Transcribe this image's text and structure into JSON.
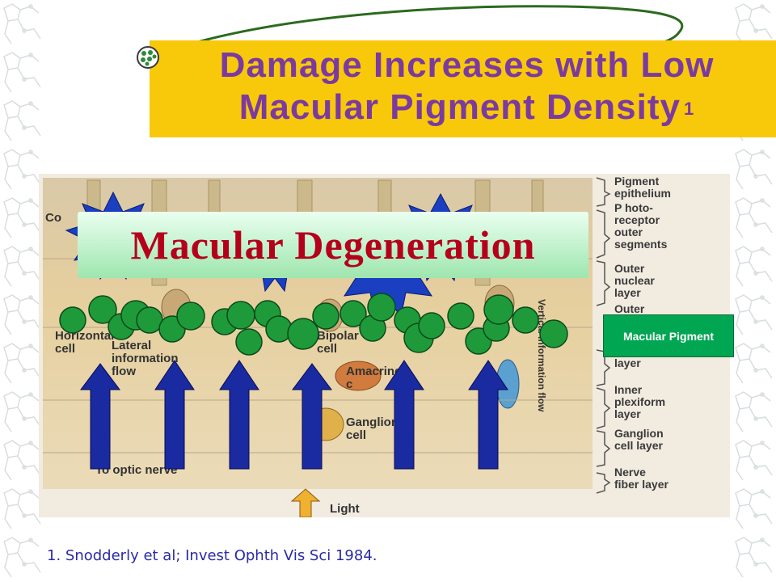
{
  "slide": {
    "title_line1": "Damage Increases with Low",
    "title_line2": "Macular Pigment Density",
    "title_superscript": "1",
    "footnote": "1. Snodderly et al; Invest Ophth Vis Sci 1984."
  },
  "figure": {
    "banner_text": "Macular Degeneration",
    "macular_pigment_label": "Macular Pigment",
    "layer_labels": [
      "Pigment\nepithelium",
      "P hoto-\nreceptor\nouter\nsegments",
      "Outer\nnuclear\nlayer",
      "Outer",
      "nuclear\nlayer",
      "Inner\nplexiform\nlayer",
      "Ganglion\ncell layer",
      "Nerve\nfiber layer"
    ],
    "cell_labels": {
      "horizontal": "Horizontal\ncell",
      "bipolar": "Bipolar\ncell",
      "amacrine": "Amacrine\nc",
      "ganglion": "Ganglion\ncell",
      "lateral_flow": "Lateral\ninformation\nflow",
      "optic_nerve": "To optic nerve",
      "light": "Light",
      "vertical_flow": "Vertical information flow",
      "cone": "Co"
    }
  },
  "colors": {
    "title": "#7b3aa0",
    "title_band": "#f7c90a",
    "banner_text": "#b5001b",
    "pigment_box": "#00a651",
    "pigment_dot": "#1e9a3a",
    "arrow": "#1a2aa0",
    "starburst": "#1a3fc0",
    "footnote": "#2a2aa8"
  },
  "icons": {
    "bullet": "globe-bullet-icon",
    "arrows": "up-arrow-icon",
    "burst": "starburst-icon"
  }
}
